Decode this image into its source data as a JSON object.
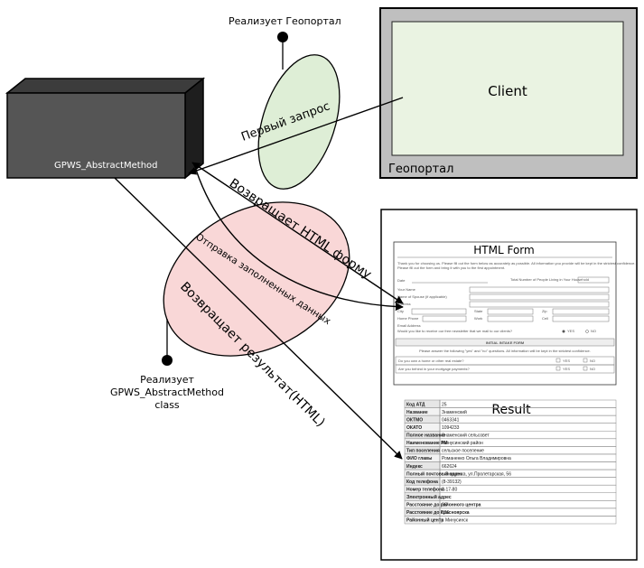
{
  "diagram": {
    "portal": {
      "client_label": "Client",
      "portal_label": "Геопортал"
    },
    "cube": {
      "label": "GPWS_AbstractMethod"
    },
    "notes": {
      "implements_geoportal": "Реализует Геопортал",
      "implements_class_line1": "Реализует",
      "implements_class_line2": "GPWS_AbstractMethod",
      "implements_class_line3": "class"
    },
    "arrows": {
      "first_request": "Первый запрос",
      "returns_html_form": "Возвращает HTML форму",
      "send_filled_data": "Отправка заполненных данных",
      "returns_result": "Возвращает результат(HTML)"
    },
    "html_form": {
      "title": "HTML Form",
      "section_title": "INITIAL INTAKE FORM",
      "intro_text": "Thank you for choosing us. Please fill out the form below as accurately as possible. All information you provide will be kept in the strictest confidence.",
      "confidential_text": "Please answer the following \"yes\" and \"no\" questions. All information will be kept in the strictest confidence.",
      "fields": [
        "Date",
        "Your Name",
        "Name of Spouse (if applicable)",
        "Address",
        "City",
        "Home Phone",
        "Email Address"
      ],
      "right_fields": [
        "Total Number of People Living in Your Household",
        "State",
        "Zip",
        "Work",
        "Cell"
      ],
      "newsletter_question": "Would you like to receive our free newsletter that we mail to our clients?",
      "questions": [
        "Do you own a home or other real estate?",
        "Are you behind in your mortgage payments?"
      ],
      "yes": "YES",
      "no": "NO"
    },
    "result": {
      "title": "Result",
      "rows": [
        [
          "Код АТД",
          "25"
        ],
        [
          "Название",
          "Знаменский"
        ],
        [
          "ОКТМО",
          "0463341"
        ],
        [
          "ОКАТО",
          "1094233"
        ],
        [
          "Полное название",
          "Знаменский сельсовет"
        ],
        [
          "Наименование РМ",
          "Минусинский район"
        ],
        [
          "Тип поселения",
          "сельское поселение"
        ],
        [
          "ФИО главы",
          "Романенко Ольга Владимировна"
        ],
        [
          "Индекс",
          "662624"
        ],
        [
          "Полный почтовый адрес",
          "с.Знаменка, ул.Пролетарская, 56"
        ],
        [
          "Код телефона",
          "(8-39132)"
        ],
        [
          "Номер телефона",
          "2-17-80"
        ],
        [
          "Электронный адрес",
          ""
        ],
        [
          "Расстояние до районного центра",
          "26"
        ],
        [
          "Расстояние до Красноярска",
          "526"
        ],
        [
          "Районный центр",
          "г. Минусинск"
        ]
      ]
    }
  }
}
